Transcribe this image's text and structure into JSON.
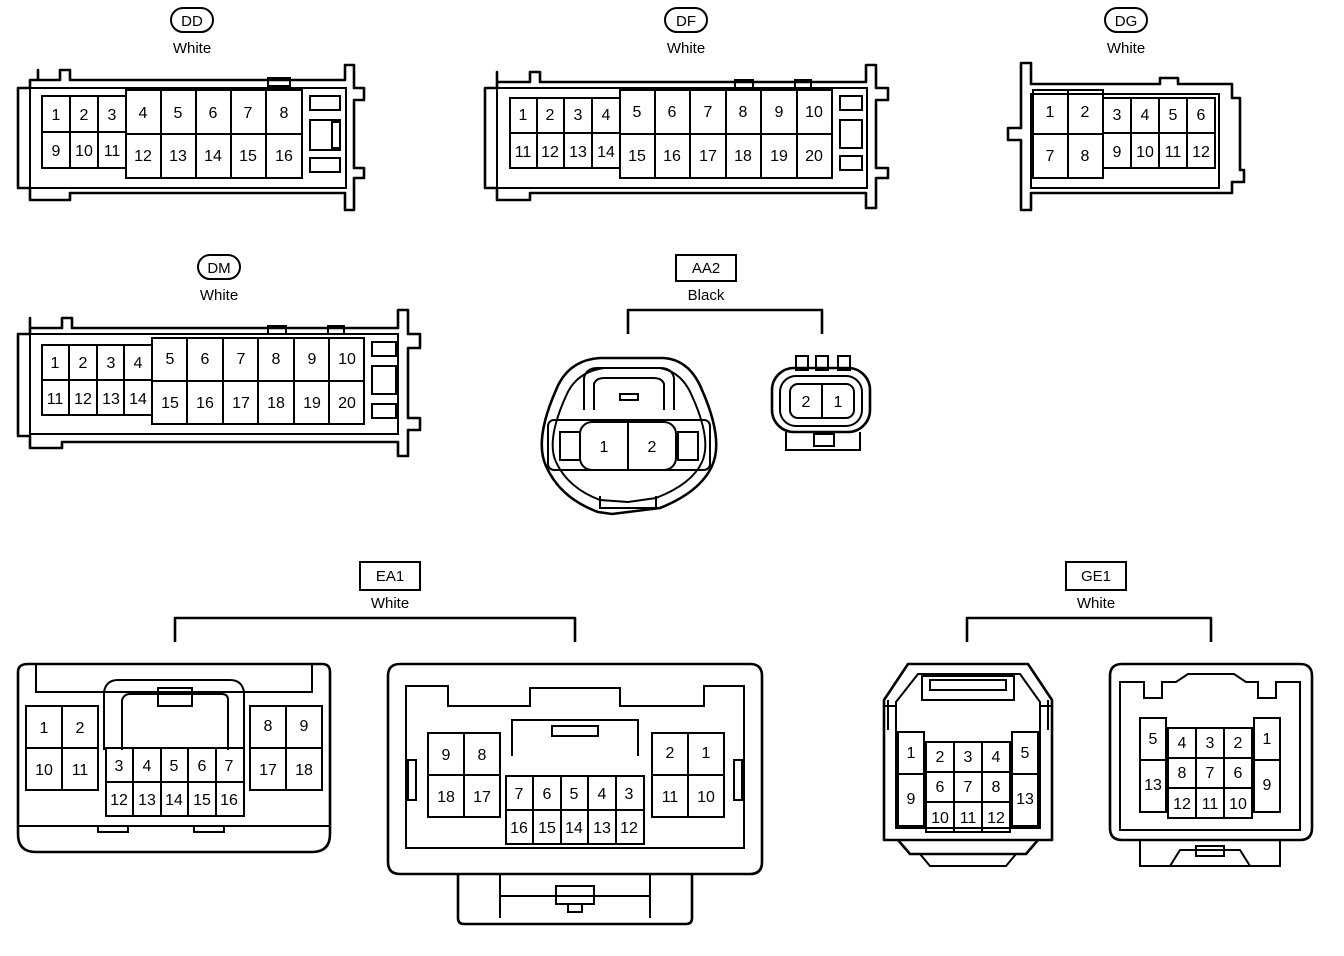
{
  "connectors": [
    {
      "id": "dd",
      "code": "DD",
      "label_style": "oval",
      "color": "White",
      "pins": [
        "1",
        "2",
        "3",
        "4",
        "5",
        "6",
        "7",
        "8",
        "9",
        "10",
        "11",
        "12",
        "13",
        "14",
        "15",
        "16"
      ]
    },
    {
      "id": "df",
      "code": "DF",
      "label_style": "oval",
      "color": "White",
      "pins": [
        "1",
        "2",
        "3",
        "4",
        "5",
        "6",
        "7",
        "8",
        "9",
        "10",
        "11",
        "12",
        "13",
        "14",
        "15",
        "16",
        "17",
        "18",
        "19",
        "20"
      ]
    },
    {
      "id": "dg",
      "code": "DG",
      "label_style": "oval",
      "color": "White",
      "pins": [
        "1",
        "2",
        "3",
        "4",
        "5",
        "6",
        "7",
        "8",
        "9",
        "10",
        "11",
        "12"
      ]
    },
    {
      "id": "dm",
      "code": "DM",
      "label_style": "oval",
      "color": "White",
      "pins": [
        "1",
        "2",
        "3",
        "4",
        "5",
        "6",
        "7",
        "8",
        "9",
        "10",
        "11",
        "12",
        "13",
        "14",
        "15",
        "16",
        "17",
        "18",
        "19",
        "20"
      ]
    },
    {
      "id": "aa2",
      "code": "AA2",
      "label_style": "box",
      "color": "Black",
      "pins": [
        "1",
        "2"
      ],
      "mating_pins": [
        "2",
        "1"
      ]
    },
    {
      "id": "ea1",
      "code": "EA1",
      "label_style": "box",
      "color": "White",
      "pins": [
        "1",
        "2",
        "3",
        "4",
        "5",
        "6",
        "7",
        "8",
        "9",
        "10",
        "11",
        "12",
        "13",
        "14",
        "15",
        "16",
        "17",
        "18"
      ],
      "mating_pins": [
        "9",
        "8",
        "18",
        "17",
        "7",
        "6",
        "5",
        "4",
        "3",
        "16",
        "15",
        "14",
        "13",
        "12",
        "2",
        "1",
        "11",
        "10"
      ]
    },
    {
      "id": "ge1",
      "code": "GE1",
      "label_style": "box",
      "color": "White",
      "pins": [
        "1",
        "2",
        "3",
        "4",
        "5",
        "9",
        "6",
        "7",
        "8",
        "13",
        "10",
        "11",
        "12"
      ],
      "mating_pins": [
        "5",
        "4",
        "3",
        "2",
        "1",
        "13",
        "8",
        "7",
        "6",
        "9",
        "12",
        "11",
        "10"
      ]
    }
  ]
}
